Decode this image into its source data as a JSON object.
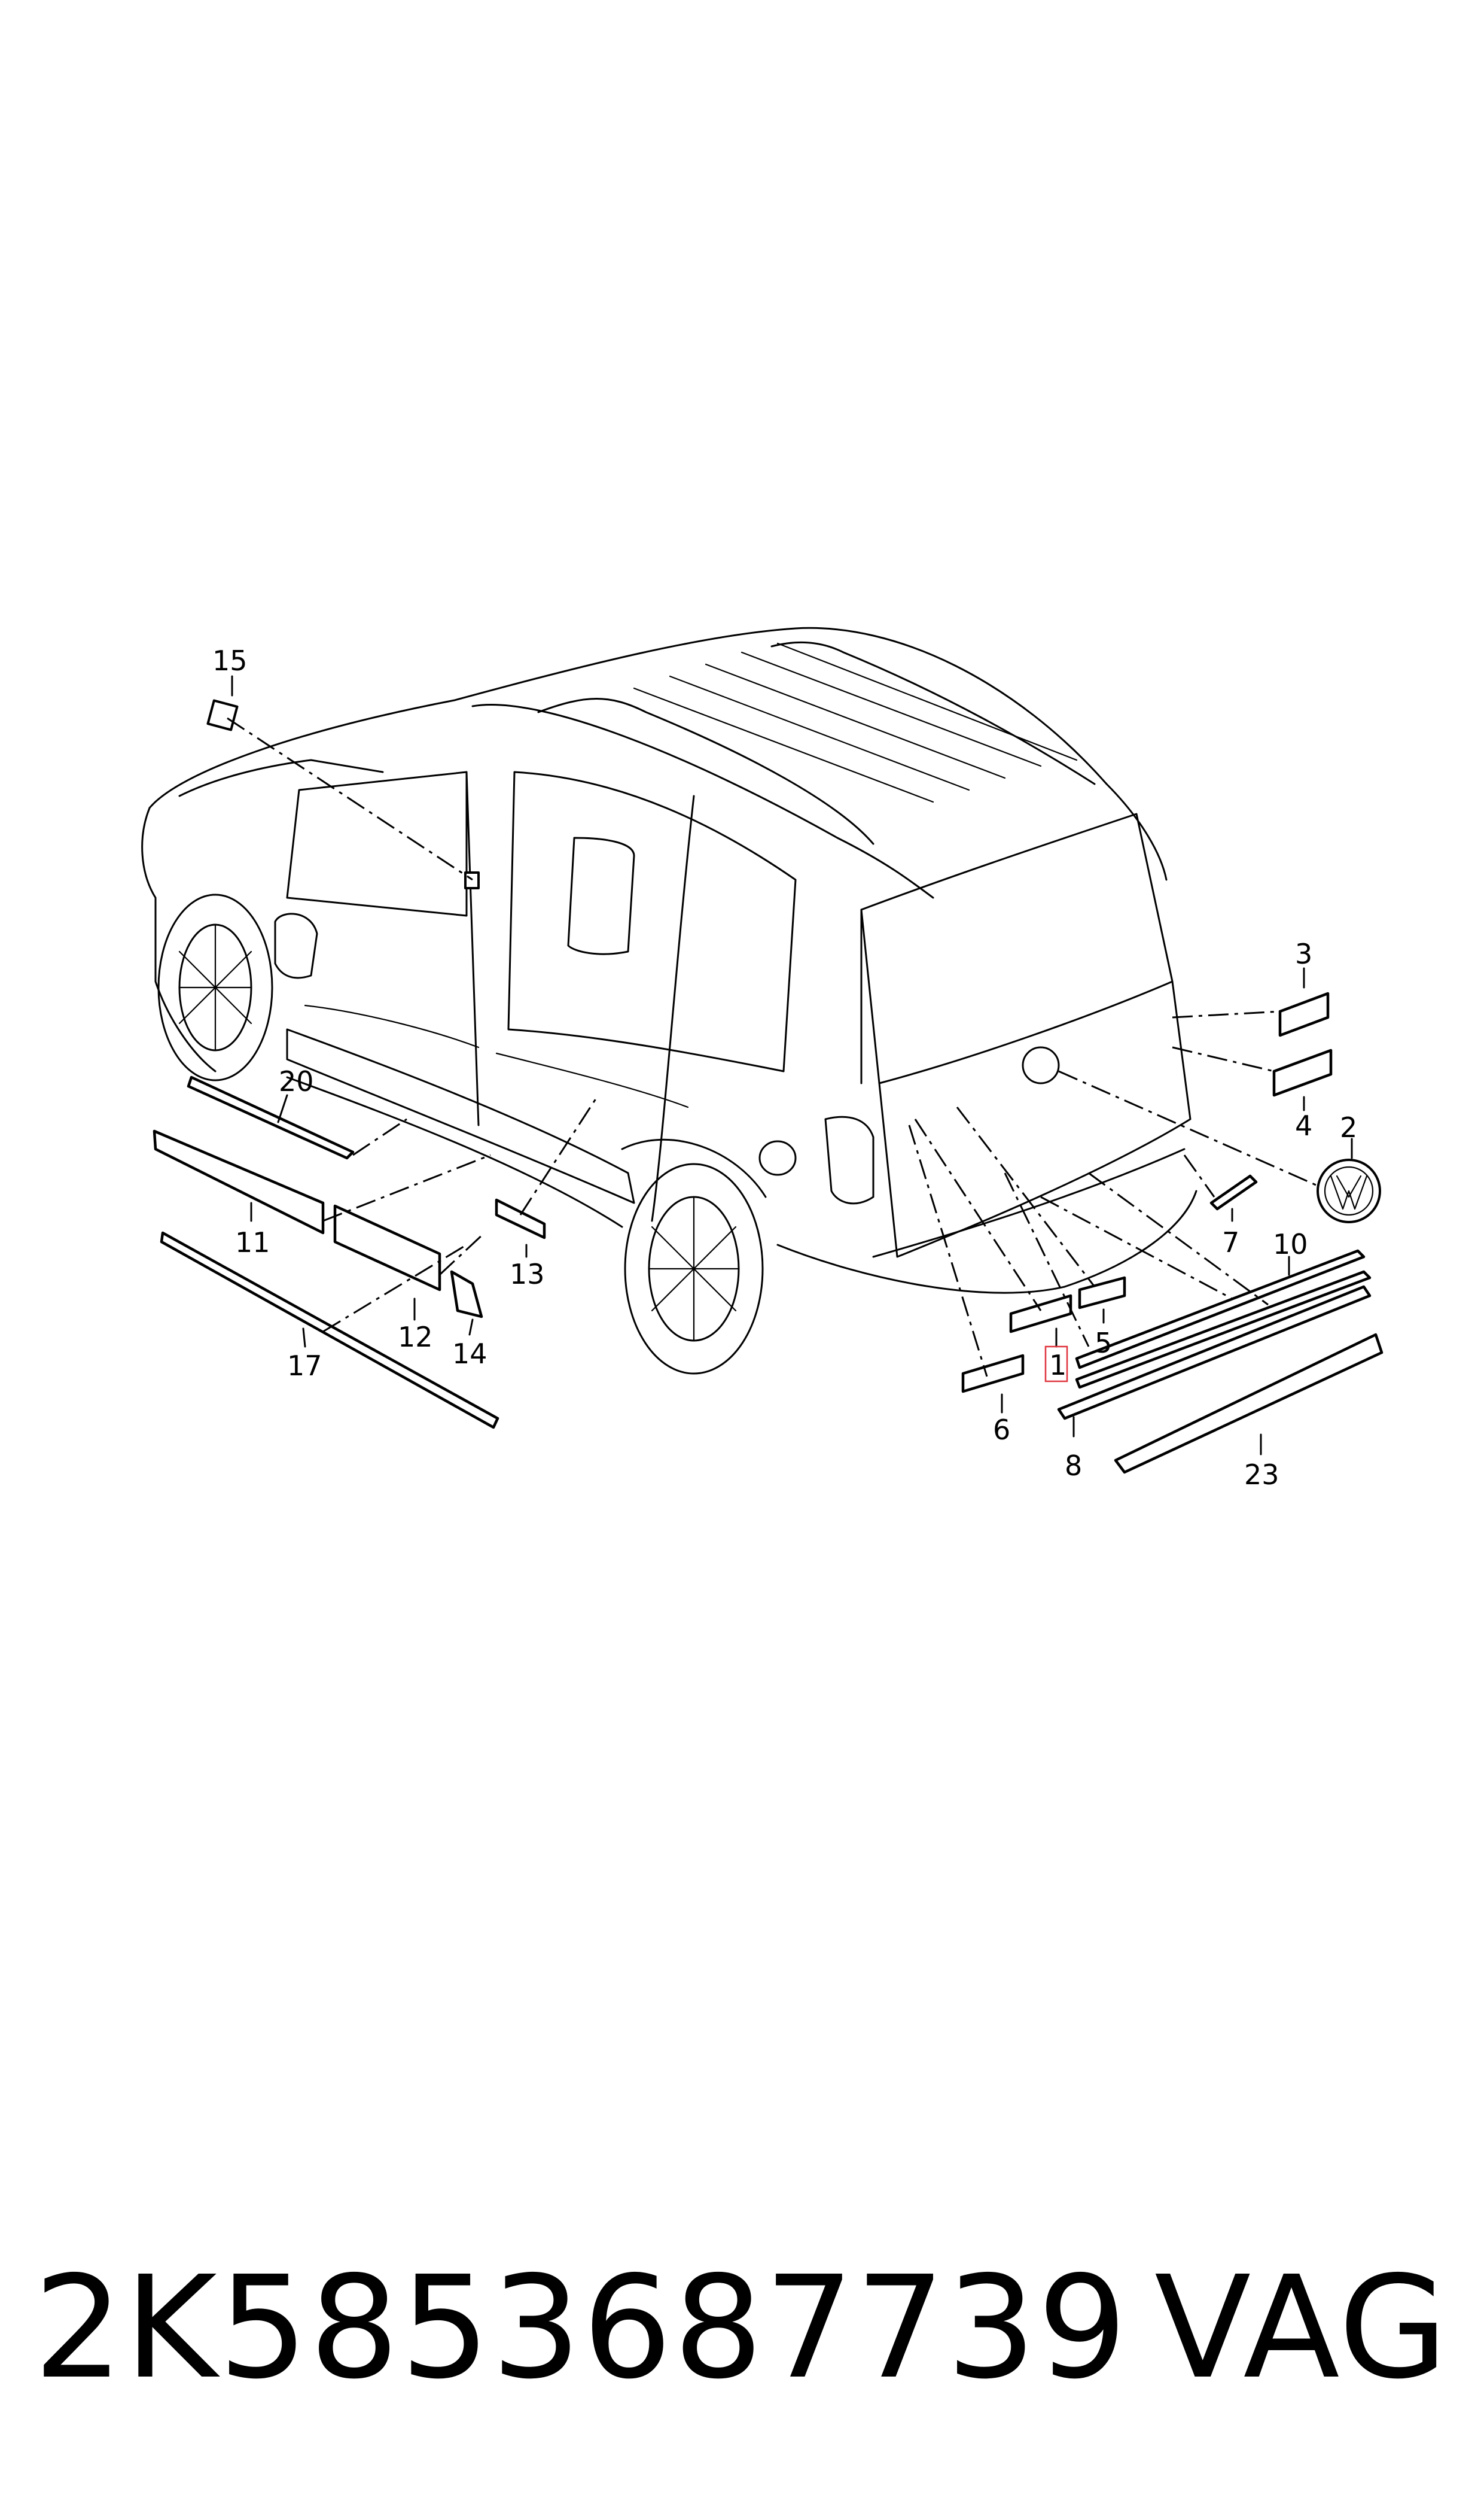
{
  "callouts": [
    {
      "id": "1",
      "highlighted": true
    },
    {
      "id": "2"
    },
    {
      "id": "3"
    },
    {
      "id": "4"
    },
    {
      "id": "5"
    },
    {
      "id": "6"
    },
    {
      "id": "8"
    },
    {
      "id": "10"
    },
    {
      "id": "11"
    },
    {
      "id": "12"
    },
    {
      "id": "13"
    },
    {
      "id": "14"
    },
    {
      "id": "15"
    },
    {
      "id": "17"
    },
    {
      "id": "20"
    },
    {
      "id": "23"
    },
    {
      "id": "7"
    }
  ],
  "highlight_color": "#e0343f",
  "footer": {
    "part_number": "2K5853687739",
    "brand": "VAG"
  }
}
